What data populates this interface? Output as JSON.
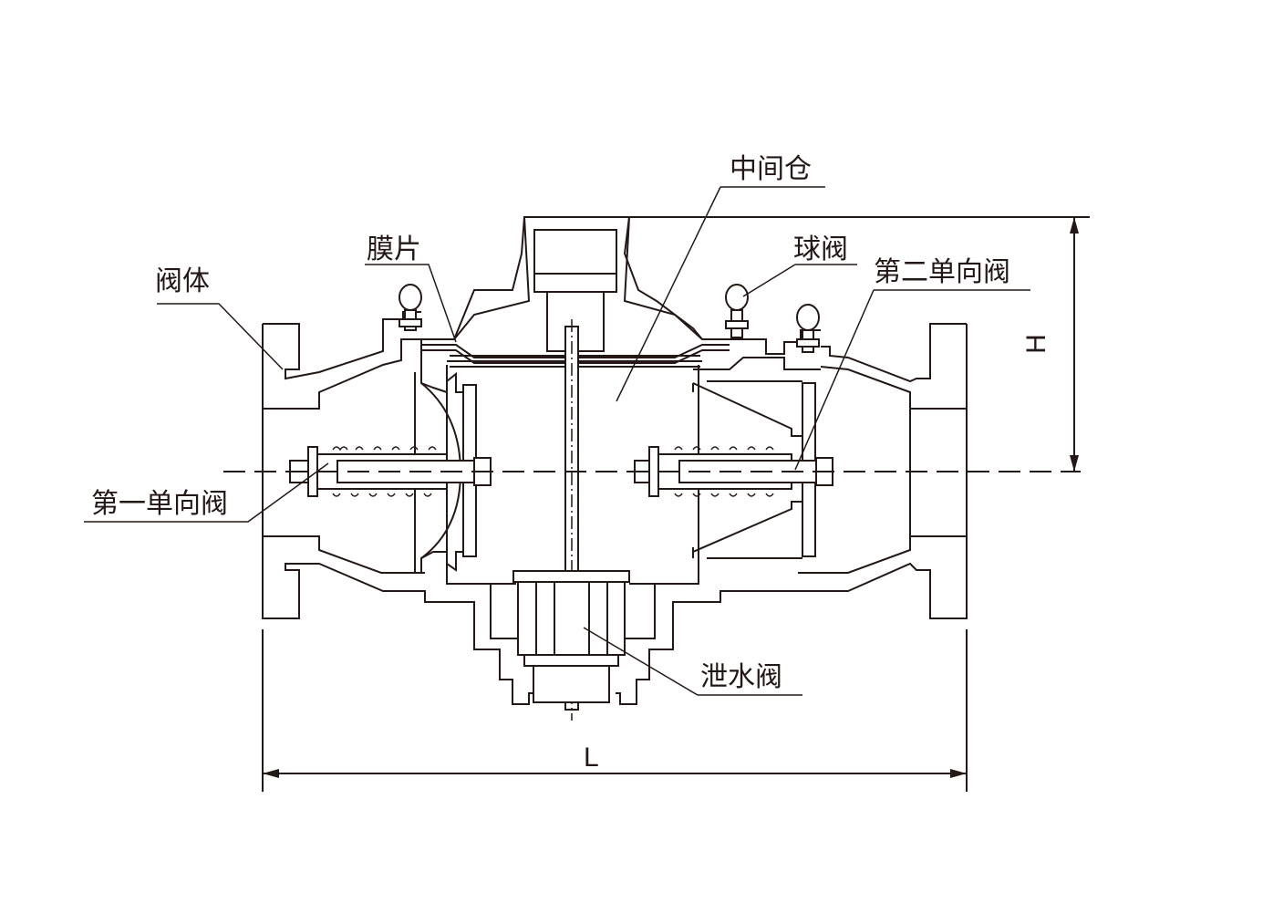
{
  "labels": {
    "valve_body": "阀体",
    "diaphragm": "膜片",
    "middle_chamber": "中间仓",
    "ball_valve": "球阀",
    "second_check_valve": "第二单向阀",
    "first_check_valve": "第一单向阀",
    "drain_valve": "泄水阀"
  },
  "dimensions": {
    "length": "L",
    "height": "H"
  },
  "colors": {
    "line": "#231815",
    "background": "#ffffff"
  }
}
